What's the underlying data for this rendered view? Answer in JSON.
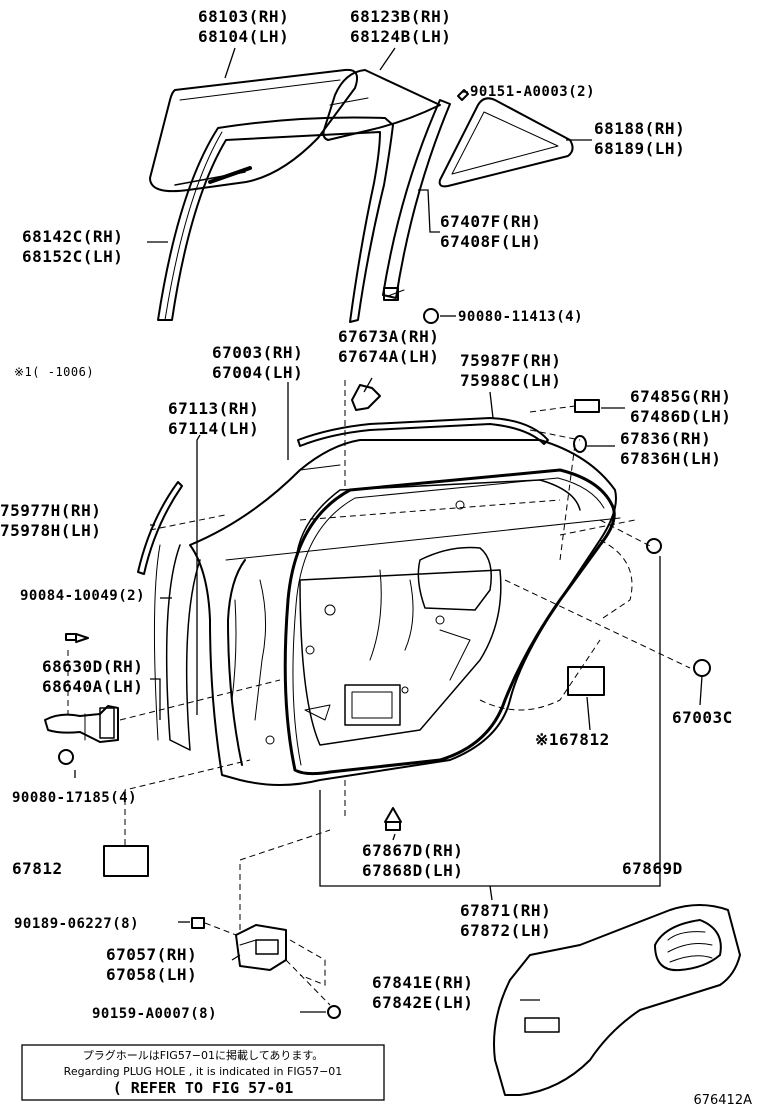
{
  "labels": {
    "p68103": "68103(RH)",
    "p68104": "68104(LH)",
    "p68123b": "68123B(RH)",
    "p68124b": "68124B(LH)",
    "p90151": "90151-A0003(2)",
    "p68188": "68188(RH)",
    "p68189": "68189(LH)",
    "p68142c": "68142C(RH)",
    "p68152c": "68152C(LH)",
    "p67407f": "67407F(RH)",
    "p67408f": "67408F(LH)",
    "p90080_11413": "90080-11413(4)",
    "p67673a": "67673A(RH)",
    "p67674a": "67674A(LH)",
    "p67003": "67003(RH)",
    "p67004": "67004(LH)",
    "p75987f": "75987F(RH)",
    "p75988c": "75988C(LH)",
    "note_1006": "※1(    -1006)",
    "p67113": "67113(RH)",
    "p67114": "67114(LH)",
    "p67485g": "67485G(RH)",
    "p67486d": "67486D(LH)",
    "p67836": "67836(RH)",
    "p67836h": "67836H(LH)",
    "p75977h": "75977H(RH)",
    "p75978h": "75978H(LH)",
    "p90084": "90084-10049(2)",
    "p68630d": "68630D(RH)",
    "p68640a": "68640A(LH)",
    "p67003c": "67003C",
    "p67812_star": "※167812",
    "p90080_17185": "90080-17185(4)",
    "p67867d": "67867D(RH)",
    "p67868d": "67868D(LH)",
    "p67812": "67812",
    "p67869d": "67869D",
    "p67871": "67871(RH)",
    "p67872": "67872(LH)",
    "p90189": "90189-06227(8)",
    "p67057": "67057(RH)",
    "p67058": "67058(LH)",
    "p67841e": "67841E(RH)",
    "p67842e": "67842E(LH)",
    "p90159": "90159-A0007(8)"
  },
  "note": {
    "jp": "プラグホールはFIG57−01に掲載してあります。",
    "en": "Regarding PLUG HOLE , it is indicated in FIG57−01",
    "ref": "( REFER TO FIG 57-01"
  },
  "figure_id": "676412A"
}
